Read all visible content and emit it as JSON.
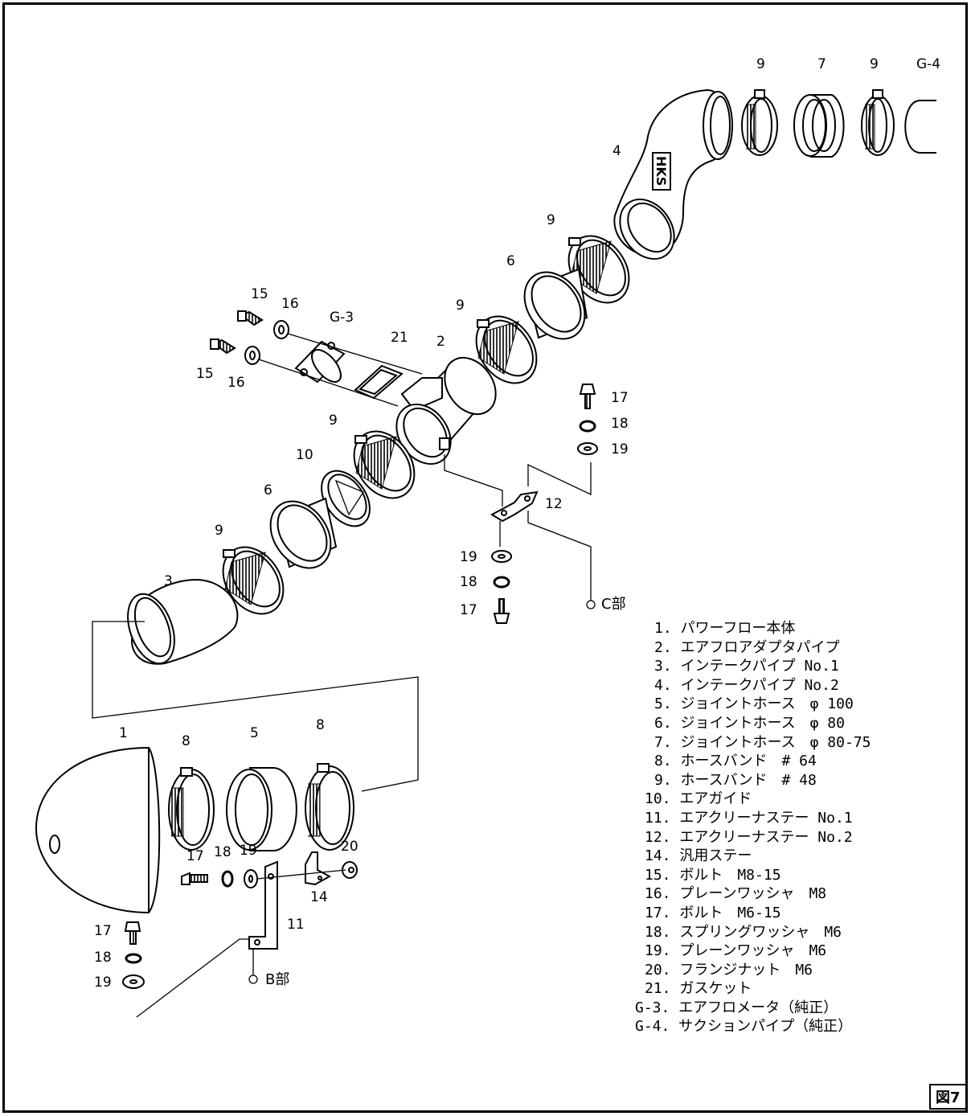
{
  "figure_label": "図7",
  "legend": [
    "1. パワーフロー本体",
    "2. エアフロアダプタパイプ",
    "3. インテークパイプ No.1",
    "4. インテークパイプ No.2",
    "5. ジョイントホース　φ 100",
    "6. ジョイントホース　φ 80",
    "7. ジョイントホース　φ 80-75",
    "8. ホースバンド　# 64",
    "9. ホースバンド　# 48",
    "10. エアガイド",
    "11. エアクリーナステー No.1",
    "12. エアクリーナステー No.2",
    "14. 汎用ステー",
    "15. ボルト　M8-15",
    "16. プレーンワッシャ　M8",
    "17. ボルト　M6-15",
    "18. スプリングワッシャ　M6",
    "19. プレーンワッシャ　M6",
    "20. フランジナット　M6",
    "21. ガスケット",
    "G-3. エアフロメータ（純正）",
    "G-4. サクションパイプ（純正）"
  ],
  "callouts": {
    "c1": "1",
    "c2": "2",
    "c3": "3",
    "c4": "4",
    "c5": "5",
    "c6a": "6",
    "c6b": "6",
    "c7": "7",
    "c8a": "8",
    "c8b": "8",
    "c9a": "9",
    "c9b": "9",
    "c9c": "9",
    "c9d": "9",
    "c9e": "9",
    "c9f": "9",
    "c10": "10",
    "c11": "11",
    "c12": "12",
    "c14": "14",
    "c15a": "15",
    "c15b": "15",
    "c16a": "16",
    "c16b": "16",
    "c17a": "17",
    "c17b": "17",
    "c17c": "17",
    "c17d": "17",
    "c18a": "18",
    "c18b": "18",
    "c18c": "18",
    "c18d": "18",
    "c19a": "19",
    "c19b": "19",
    "c19c": "19",
    "c19d": "19",
    "c20": "20",
    "c21": "21",
    "g3": "G-3",
    "g4": "G-4",
    "partC": "C部",
    "partB": "B部"
  }
}
